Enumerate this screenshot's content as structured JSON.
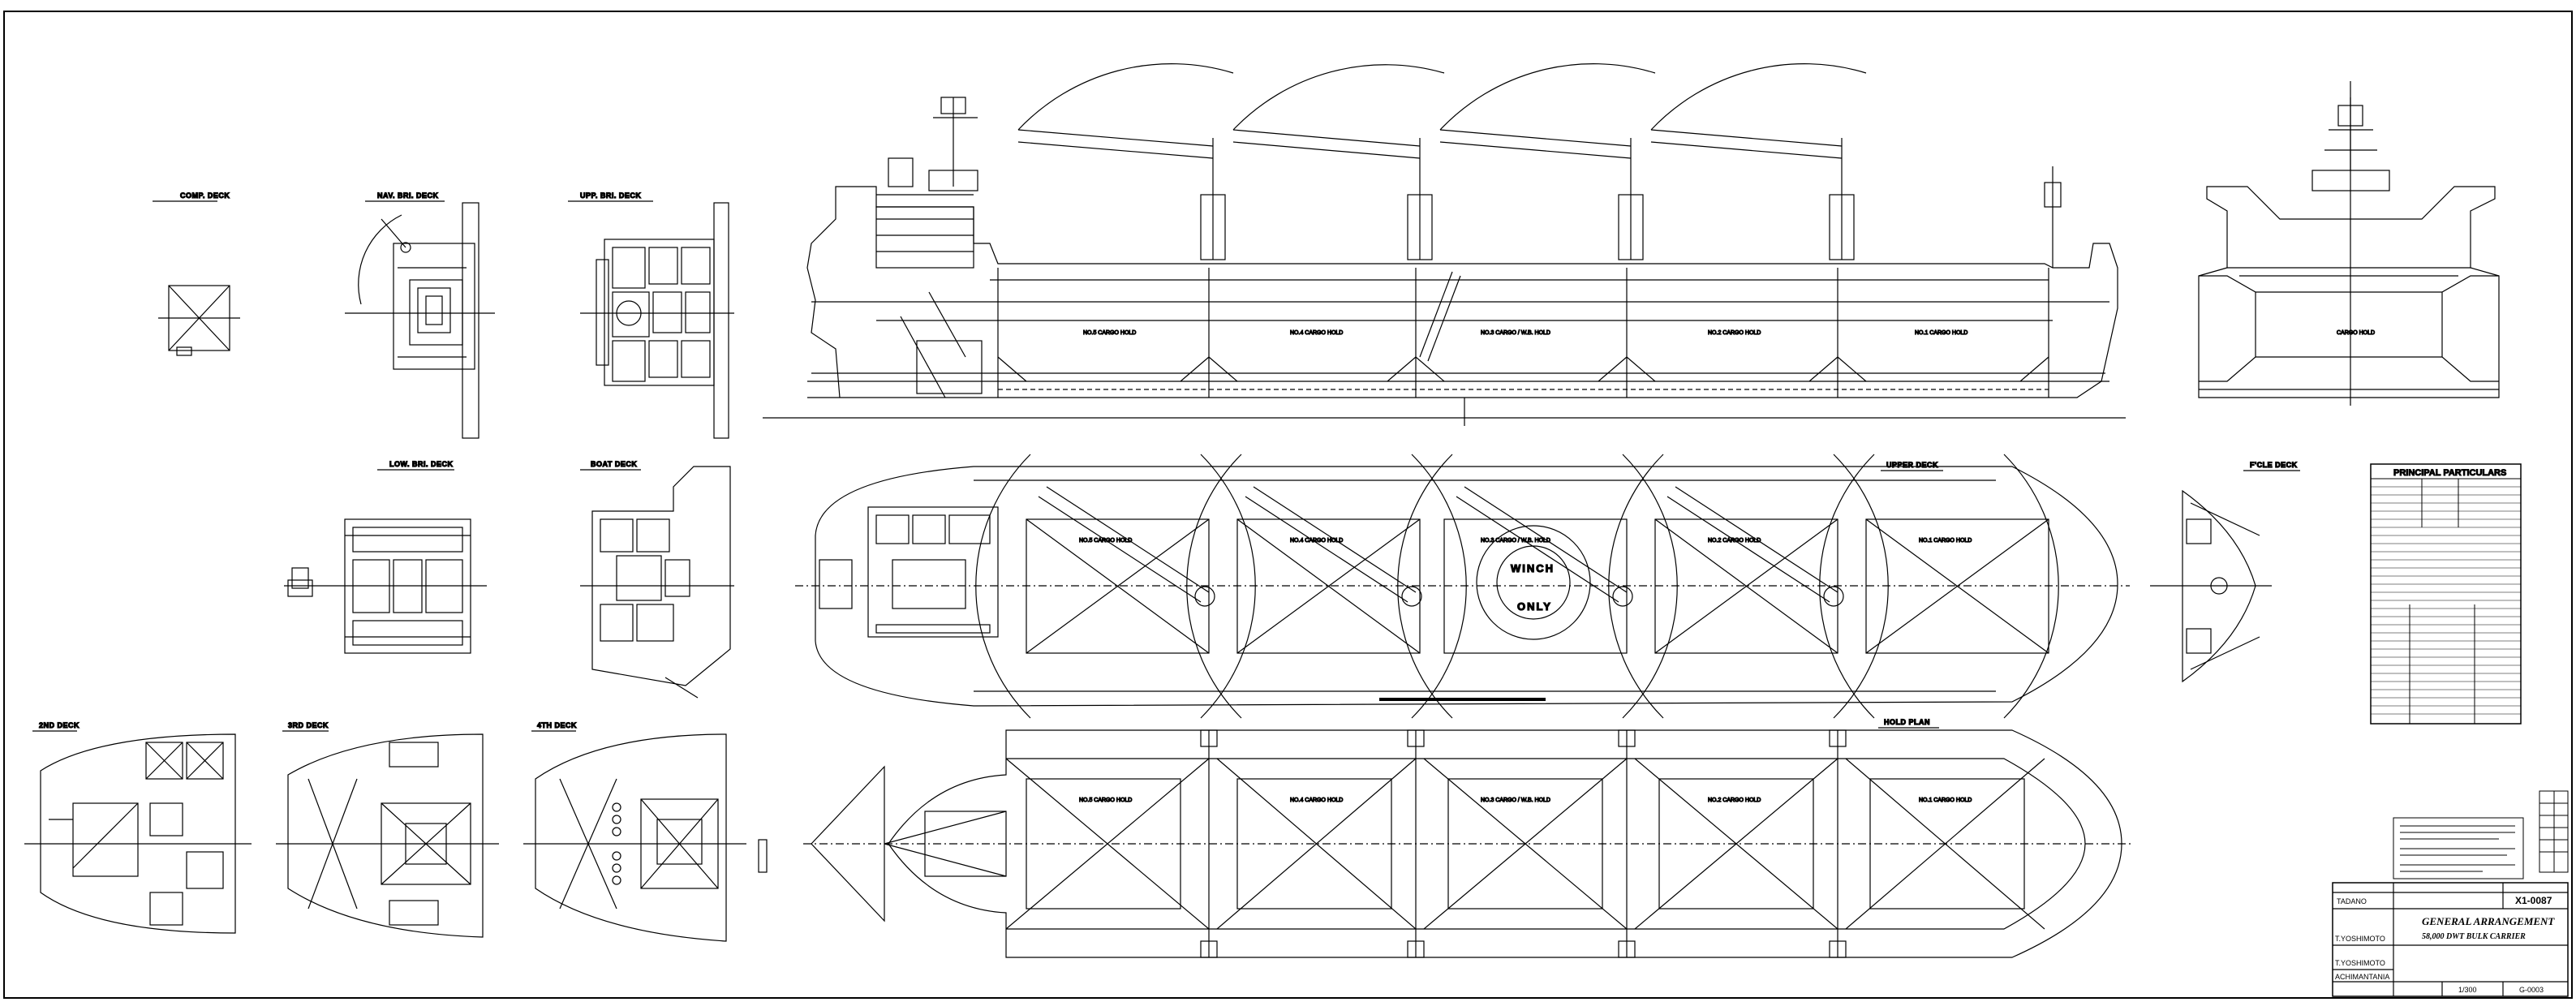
{
  "views": {
    "compass_deck": "COMP. DECK",
    "nav_bridge_deck": "NAV. BRI. DECK",
    "upper_bridge_deck": "UPP. BRI. DECK",
    "lower_bridge_deck": "LOW. BRI. DECK",
    "boat_deck": "BOAT DECK",
    "upper_deck": "UPPER DECK",
    "fore_deck": "F'CLE DECK",
    "second_deck": "2ND DECK",
    "third_deck": "3RD DECK",
    "fourth_deck": "4TH DECK",
    "hold_plan": "HOLD PLAN"
  },
  "hold_labels": [
    "NO.5 CARGO HOLD",
    "NO.4 CARGO HOLD",
    "NO.3 CARGO / W.B. HOLD",
    "NO.2 CARGO HOLD",
    "NO.1 CARGO HOLD"
  ],
  "hatch_center_text": [
    "WINCH",
    "ONLY"
  ],
  "particulars": {
    "title": "PRINCIPAL PARTICULARS"
  },
  "title_block": {
    "company": "TADANO",
    "drawing_title": "GENERAL ARRANGEMENT",
    "drawing_subtitle": "58,000 DWT BULK CARRIER",
    "hull_no": "X1-0087",
    "scale": "1/300",
    "drawing_no": "G-0003",
    "yard": "ACHIMANTANIA",
    "names": [
      "T.YOSHIMOTO",
      "T.YOSHIMOTO"
    ]
  },
  "colors": {
    "line": "#000000",
    "background": "#ffffff"
  }
}
